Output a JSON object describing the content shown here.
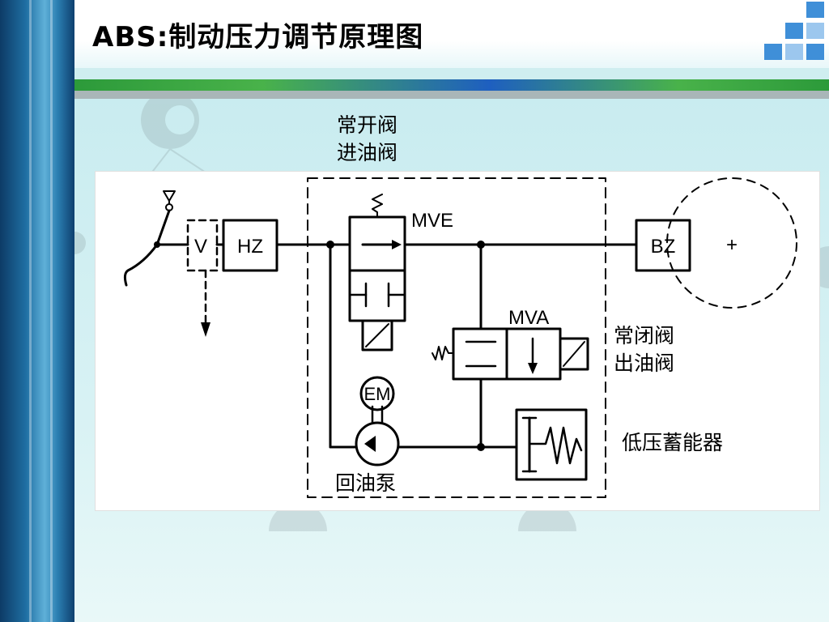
{
  "slide": {
    "title": "ABS:制动压力调节原理图"
  },
  "labels": {
    "normally_open_line1": "常开阀",
    "normally_open_line2": "进油阀",
    "normally_closed_line1": "常闭阀",
    "normally_closed_line2": "出油阀",
    "accumulator": "低压蓄能器",
    "return_pump": "回油泵"
  },
  "diagram": {
    "v_label": "V",
    "hz_label": "HZ",
    "mve_label": "MVE",
    "mva_label": "MVA",
    "em_label": "EM",
    "bz_label": "BZ",
    "plus_label": "+"
  },
  "colors": {
    "accent_blue": "#1e5fc0",
    "accent_green": "#2c9a3a",
    "deco_squares": "#3f8fd8"
  }
}
